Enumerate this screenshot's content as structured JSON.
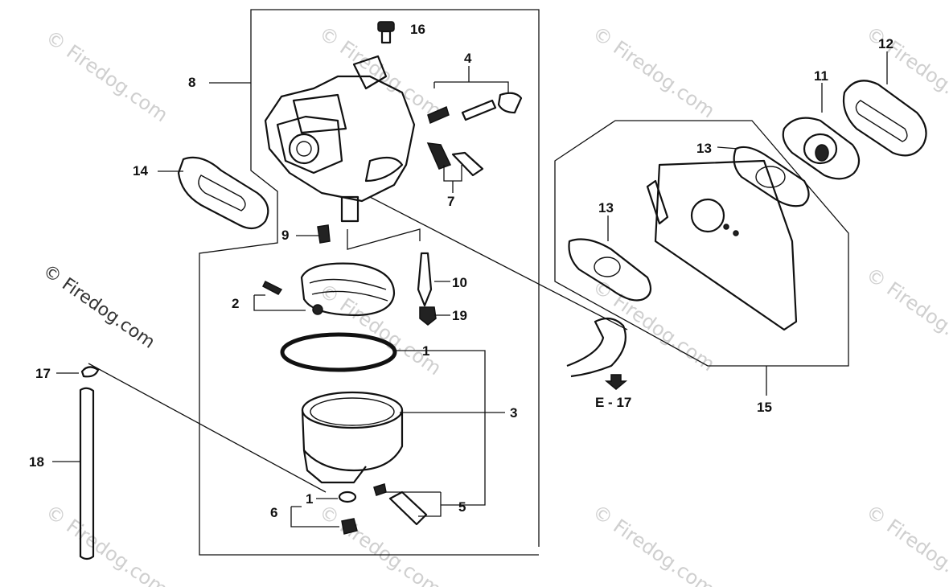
{
  "watermark": "© Firedog.com",
  "callouts": {
    "c1a": "1",
    "c1b": "1",
    "c2": "2",
    "c3": "3",
    "c4": "4",
    "c5": "5",
    "c6": "6",
    "c7": "7",
    "c8": "8",
    "c9": "9",
    "c10": "10",
    "c11": "11",
    "c12": "12",
    "c13a": "13",
    "c13b": "13",
    "c14": "14",
    "c15": "15",
    "c16": "16",
    "c17": "17",
    "c18": "18",
    "c19": "19"
  },
  "reference": "E - 17"
}
